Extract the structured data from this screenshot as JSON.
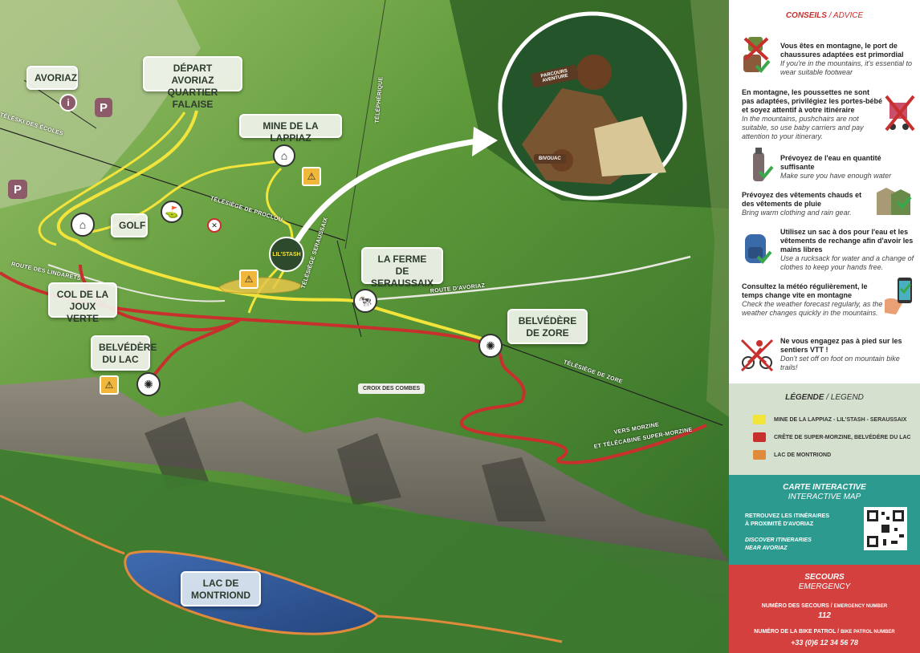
{
  "map": {
    "labels": {
      "avoriaz": "AVORIAZ",
      "depart_line1": "DÉPART AVORIAZ",
      "depart_line2": "QUARTIER FALAISE",
      "mine": "MINE DE LA LAPPIAZ",
      "golf": "GOLF",
      "ferme_line1": "LA FERME",
      "ferme_line2": "DE SERAUSSAIX",
      "col_line1": "COL DE LA",
      "col_line2": "JOUX VERTE",
      "belv_lac_line1": "BELVÉDÈRE",
      "belv_lac_line2": "DU LAC",
      "belv_zore_line1": "BELVÉDÈRE",
      "belv_zore_line2": "DE ZORE",
      "lac_line1": "LAC DE",
      "lac_line2": "MONTRIOND",
      "croix": "CROIX DES COMBES"
    },
    "roads": {
      "teleski_ecoles": "TÉLÉSKI DES ÉCOLES",
      "teleski_proclou": "TÉLÉSIÈGE DE PROCLOU",
      "teleski_seraussaix": "TÉLÉSIÈGE SERAUSSAIX",
      "route_lindarets": "ROUTE DES LINDARETS",
      "route_avoriaz": "ROUTE D'AVORIAZ",
      "teleski_zore": "TÉLÉSIÈGE DE ZORE",
      "vers_morzine_1": "VERS MORZINE",
      "vers_morzine_2": "ET TÉLÉCABINE SUPER-MORZINE",
      "telepherique": "TÉLÉPHÉRIQUE"
    },
    "icons": {
      "info": "i",
      "parking": "P",
      "lilstash": "LIL'STASH",
      "inset_sign_1": "PARCOURS AVENTURE",
      "inset_sign_2": "BIVOUAC"
    }
  },
  "panel": {
    "advice_title": "CONSEILS",
    "advice_title_en": "/ ADVICE",
    "advice": [
      {
        "icon": "hiking-boots-icon",
        "fr": "Vous êtes en montagne, le port de chaussures adaptées est primordial",
        "en": "If you're in the mountains, it's essential to wear suitable footwear"
      },
      {
        "icon": "pushchair-crossed-icon",
        "fr": "En montagne, les poussettes ne sont pas adaptées, privilégiez les portes-bébé et soyez attentif à votre itinéraire",
        "en": "In the mountains, pushchairs are not suitable, so use baby carriers and pay attention to your itinerary."
      },
      {
        "icon": "water-bottle-icon",
        "fr": "Prévoyez de l'eau en quantité suffisante",
        "en": "Make sure you have enough water"
      },
      {
        "icon": "warm-clothing-icon",
        "fr": "Prévoyez des vêtements chauds et des vêtements de pluie",
        "en": "Bring warm clothing and rain gear."
      },
      {
        "icon": "backpack-icon",
        "fr": "Utilisez un sac à dos pour l'eau et les vêtements de rechange afin d'avoir les mains libres",
        "en": "Use a rucksack for water and a change of clothes to keep your hands free."
      },
      {
        "icon": "weather-phone-icon",
        "fr": "Consultez la météo régulièrement, le temps change vite en montagne",
        "en": "Check the weather forecast regularly, as the weather changes quickly in the mountains."
      },
      {
        "icon": "no-mtb-walking-icon",
        "fr": "Ne vous engagez pas à pied sur les sentiers VTT !",
        "en": "Don't set off on foot on mountain bike trails!"
      }
    ],
    "legend_title": "LÉGENDE",
    "legend_title_en": "/ LEGEND",
    "legend": [
      {
        "label": "MINE DE LA LAPPIAZ - LIL'STASH - SERAUSSAIX",
        "color": "#f2e43a"
      },
      {
        "label": "CRÊTE DE SUPER-MORZINE, BELVÉDÈRE DU LAC",
        "color": "#c8302e"
      },
      {
        "label": "LAC DE MONTRIOND",
        "color": "#e08a3c"
      }
    ],
    "interactive_title": "CARTE INTERACTIVE",
    "interactive_title_en": "INTERACTIVE MAP",
    "interactive_fr_1": "RETROUVEZ LES ITINÉRAIRES",
    "interactive_fr_2": "À PROXIMITÉ D'AVORIAZ",
    "interactive_en_1": "DISCOVER ITINERARIES",
    "interactive_en_2": "NEAR AVORIAZ",
    "emergency_title": "SECOURS",
    "emergency_title_en": "EMERGENCY",
    "emergency_label_fr": "NUMÉRO DES SECOURS /",
    "emergency_label_en": "EMERGENCY NUMBER",
    "emergency_number": "112",
    "patrol_label_fr": "NUMÉRO DE LA BIKE PATROL /",
    "patrol_label_en": "BIKE PATROL NUMBER",
    "patrol_number": "+33 (0)6 12 34 56 78"
  },
  "colors": {
    "yellow_route": "#f2e43a",
    "red_route": "#c8302e",
    "orange_route": "#e08a3c",
    "advice_red": "#c8302e",
    "teal": "#2c9a8e",
    "emergency_red": "#d3403e"
  }
}
